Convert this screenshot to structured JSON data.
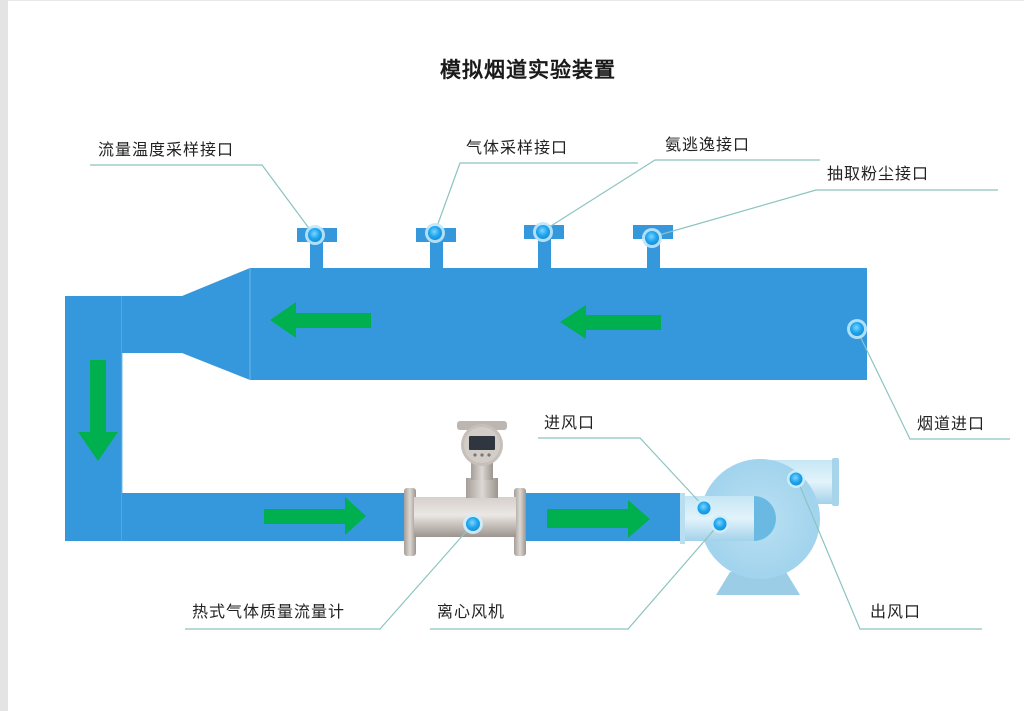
{
  "title": "模拟烟道实验装置",
  "colors": {
    "duct": "#3598dc",
    "arrow": "#00b04f",
    "leader": "#8cc4c0",
    "fan": "#a9d7ee",
    "meter": "#b5aca6",
    "port_dot": "#29a9f0"
  },
  "labels": {
    "flow_temp_port": "流量温度采样接口",
    "gas_sampling_port": "气体采样接口",
    "ammonia_slip_port": "氨逃逸接口",
    "dust_extraction_port": "抽取粉尘接口",
    "flue_inlet": "烟道进口",
    "air_inlet": "进风口",
    "thermal_mass_flowmeter": "热式气体质量流量计",
    "centrifugal_fan": "离心风机",
    "air_outlet": "出风口"
  },
  "flow_arrows": [
    {
      "direction": "left",
      "segment": "upper-duct-right"
    },
    {
      "direction": "left",
      "segment": "upper-duct-left"
    },
    {
      "direction": "down",
      "segment": "vertical-duct"
    },
    {
      "direction": "right",
      "segment": "lower-duct-left"
    },
    {
      "direction": "right",
      "segment": "lower-duct-right"
    }
  ]
}
